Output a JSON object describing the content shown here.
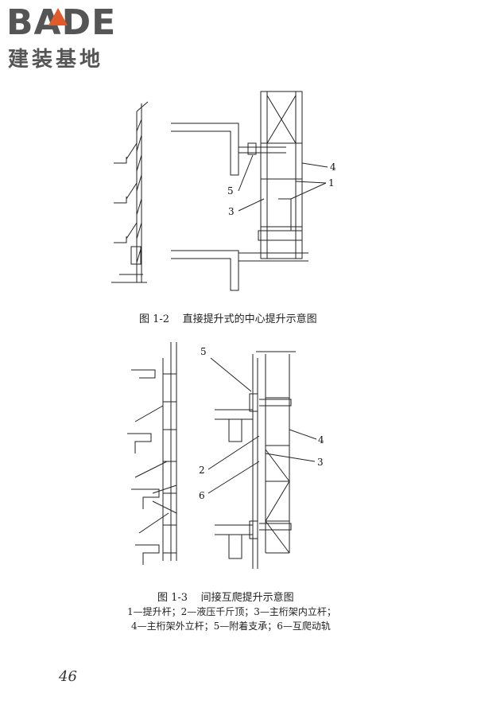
{
  "logo": {
    "brand": "BADE",
    "subtitle": "建装基地"
  },
  "figure_1_2": {
    "caption_num": "图 1-2",
    "caption_text": "直接提升式的中心提升示意图",
    "labels": [
      "5",
      "3",
      "4",
      "1"
    ]
  },
  "figure_1_3": {
    "caption_num": "图 1-3",
    "caption_text": "间接互爬提升示意图",
    "labels": [
      "5",
      "2",
      "6",
      "4",
      "3"
    ],
    "legend_line1": "1—提升杆；2—液压千斤顶；3—主桁架内立杆；",
    "legend_line2": "4—主桁架外立杆；5—附着支承；6—互爬动轨"
  },
  "page_number": "46",
  "colors": {
    "brand_gray": "#555555",
    "brand_accent": "#e05a2a",
    "line": "#222222"
  }
}
